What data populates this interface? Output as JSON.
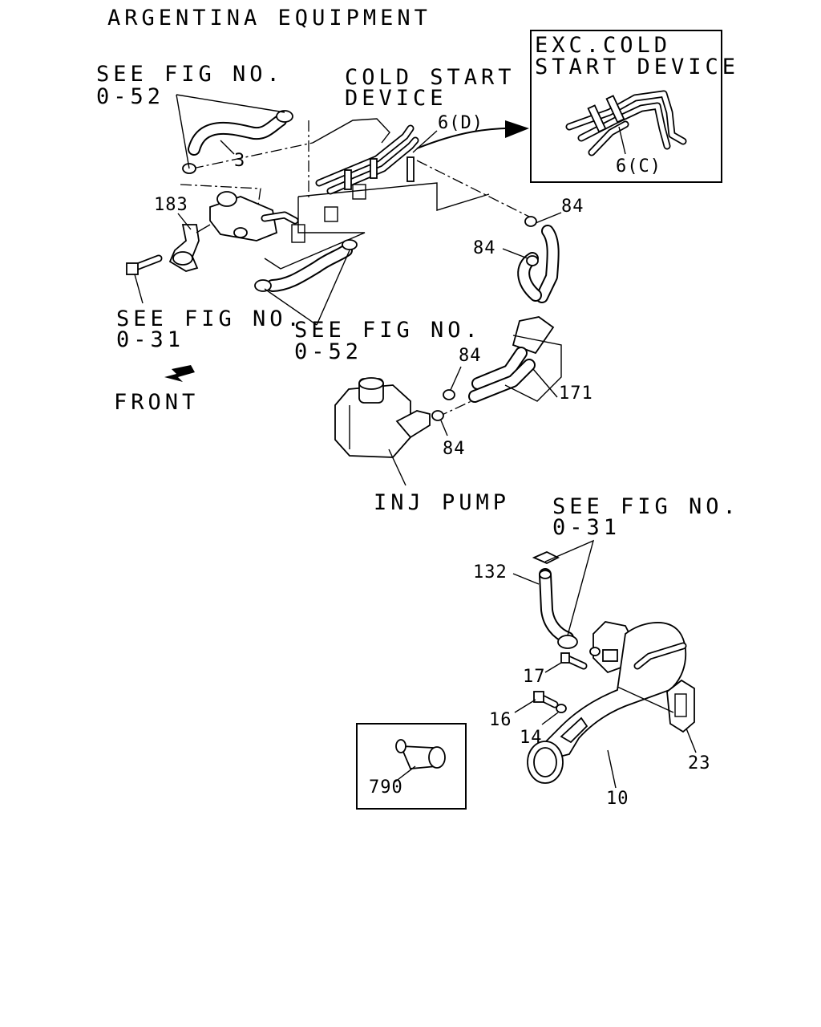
{
  "title": "ARGENTINA EQUIPMENT",
  "notes": {
    "see_fig_052_top_line1": "SEE FIG NO.",
    "see_fig_052_top_line2": "0-52",
    "cold_start_line1": "COLD START",
    "cold_start_line2": "DEVICE",
    "exc_cold_line1": "EXC.COLD",
    "exc_cold_line2": "START DEVICE",
    "see_fig_031_left_line1": "SEE FIG NO.",
    "see_fig_031_left_line2": "0-31",
    "see_fig_052_mid_line1": "SEE FIG NO.",
    "see_fig_052_mid_line2": "0-52",
    "front": "FRONT",
    "inj_pump": "INJ PUMP",
    "see_fig_031_right_line1": "SEE FIG NO.",
    "see_fig_031_right_line2": "0-31"
  },
  "callouts": {
    "p3": "3",
    "p6d": "6(D)",
    "p6c": "6(C)",
    "p183": "183",
    "p84_a": "84",
    "p84_b": "84",
    "p84_c": "84",
    "p84_d": "84",
    "p171": "171",
    "p132": "132",
    "p17": "17",
    "p16": "16",
    "p14": "14",
    "p23": "23",
    "p10": "10",
    "p790": "790"
  }
}
